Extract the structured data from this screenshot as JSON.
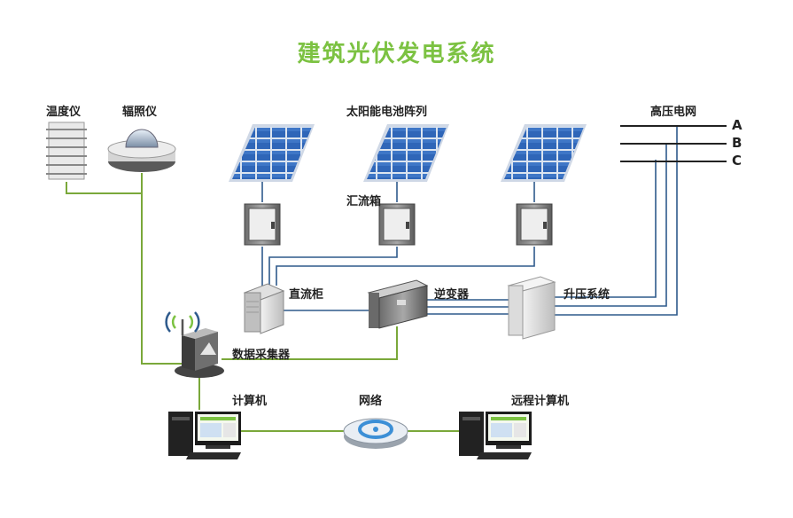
{
  "title": "建筑光伏发电系统",
  "labels": {
    "thermometer": "温度仪",
    "irradiance_meter": "辐照仪",
    "solar_array": "太阳能电池阵列",
    "combiner_box": "汇流箱",
    "grid": "高压电网",
    "dc_cabinet": "直流柜",
    "inverter": "逆变器",
    "step_up": "升压系统",
    "data_collector": "数据采集器",
    "computer": "计算机",
    "network": "网络",
    "remote_computer": "远程计算机"
  },
  "phases": [
    "A",
    "B",
    "C"
  ],
  "colors": {
    "title": "#7cc242",
    "green_line": "#7aa83a",
    "blue_line": "#2e5a8c",
    "panel_cell": "#2f66b8",
    "panel_frame": "#cfd8e6"
  }
}
